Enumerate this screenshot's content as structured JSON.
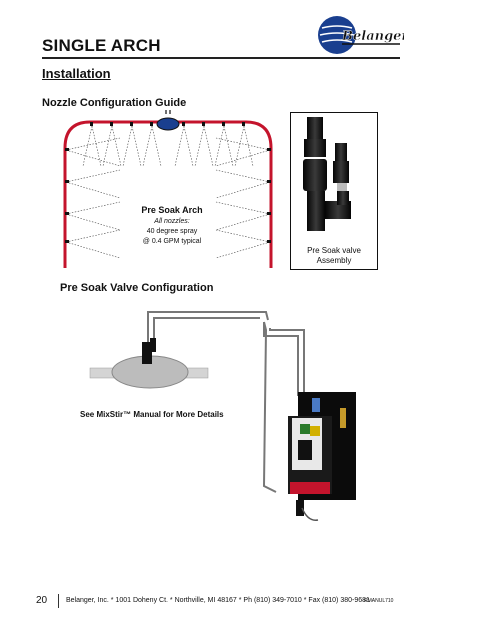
{
  "header": {
    "title": "SINGLE ARCH",
    "logo_text": "Belanger"
  },
  "section": {
    "title": "Installation"
  },
  "nozzle_guide": {
    "title": "Nozzle Configuration Guide",
    "arch_label": "Pre Soak Arch",
    "arch_sub": "All nozzles:",
    "arch_spray": "40 degree spray",
    "arch_gpm": "@ 0.4 GPM typical",
    "valve_caption_line1": "Pre Soak valve",
    "valve_caption_line2": "Assembly"
  },
  "valve_config": {
    "title": "Pre Soak Valve Configuration",
    "note": "See MixStir™ Manual for More Details"
  },
  "footer": {
    "page_number": "20",
    "address": "Belanger, Inc. * 1001 Doheny Ct. * Northville, MI 48167 * Ph (810) 349-7010 * Fax (810) 380-9681",
    "code": "RMANUL710"
  },
  "colors": {
    "arch_red": "#c4142c",
    "logo_blue": "#1a3f8f",
    "text": "#111111"
  }
}
